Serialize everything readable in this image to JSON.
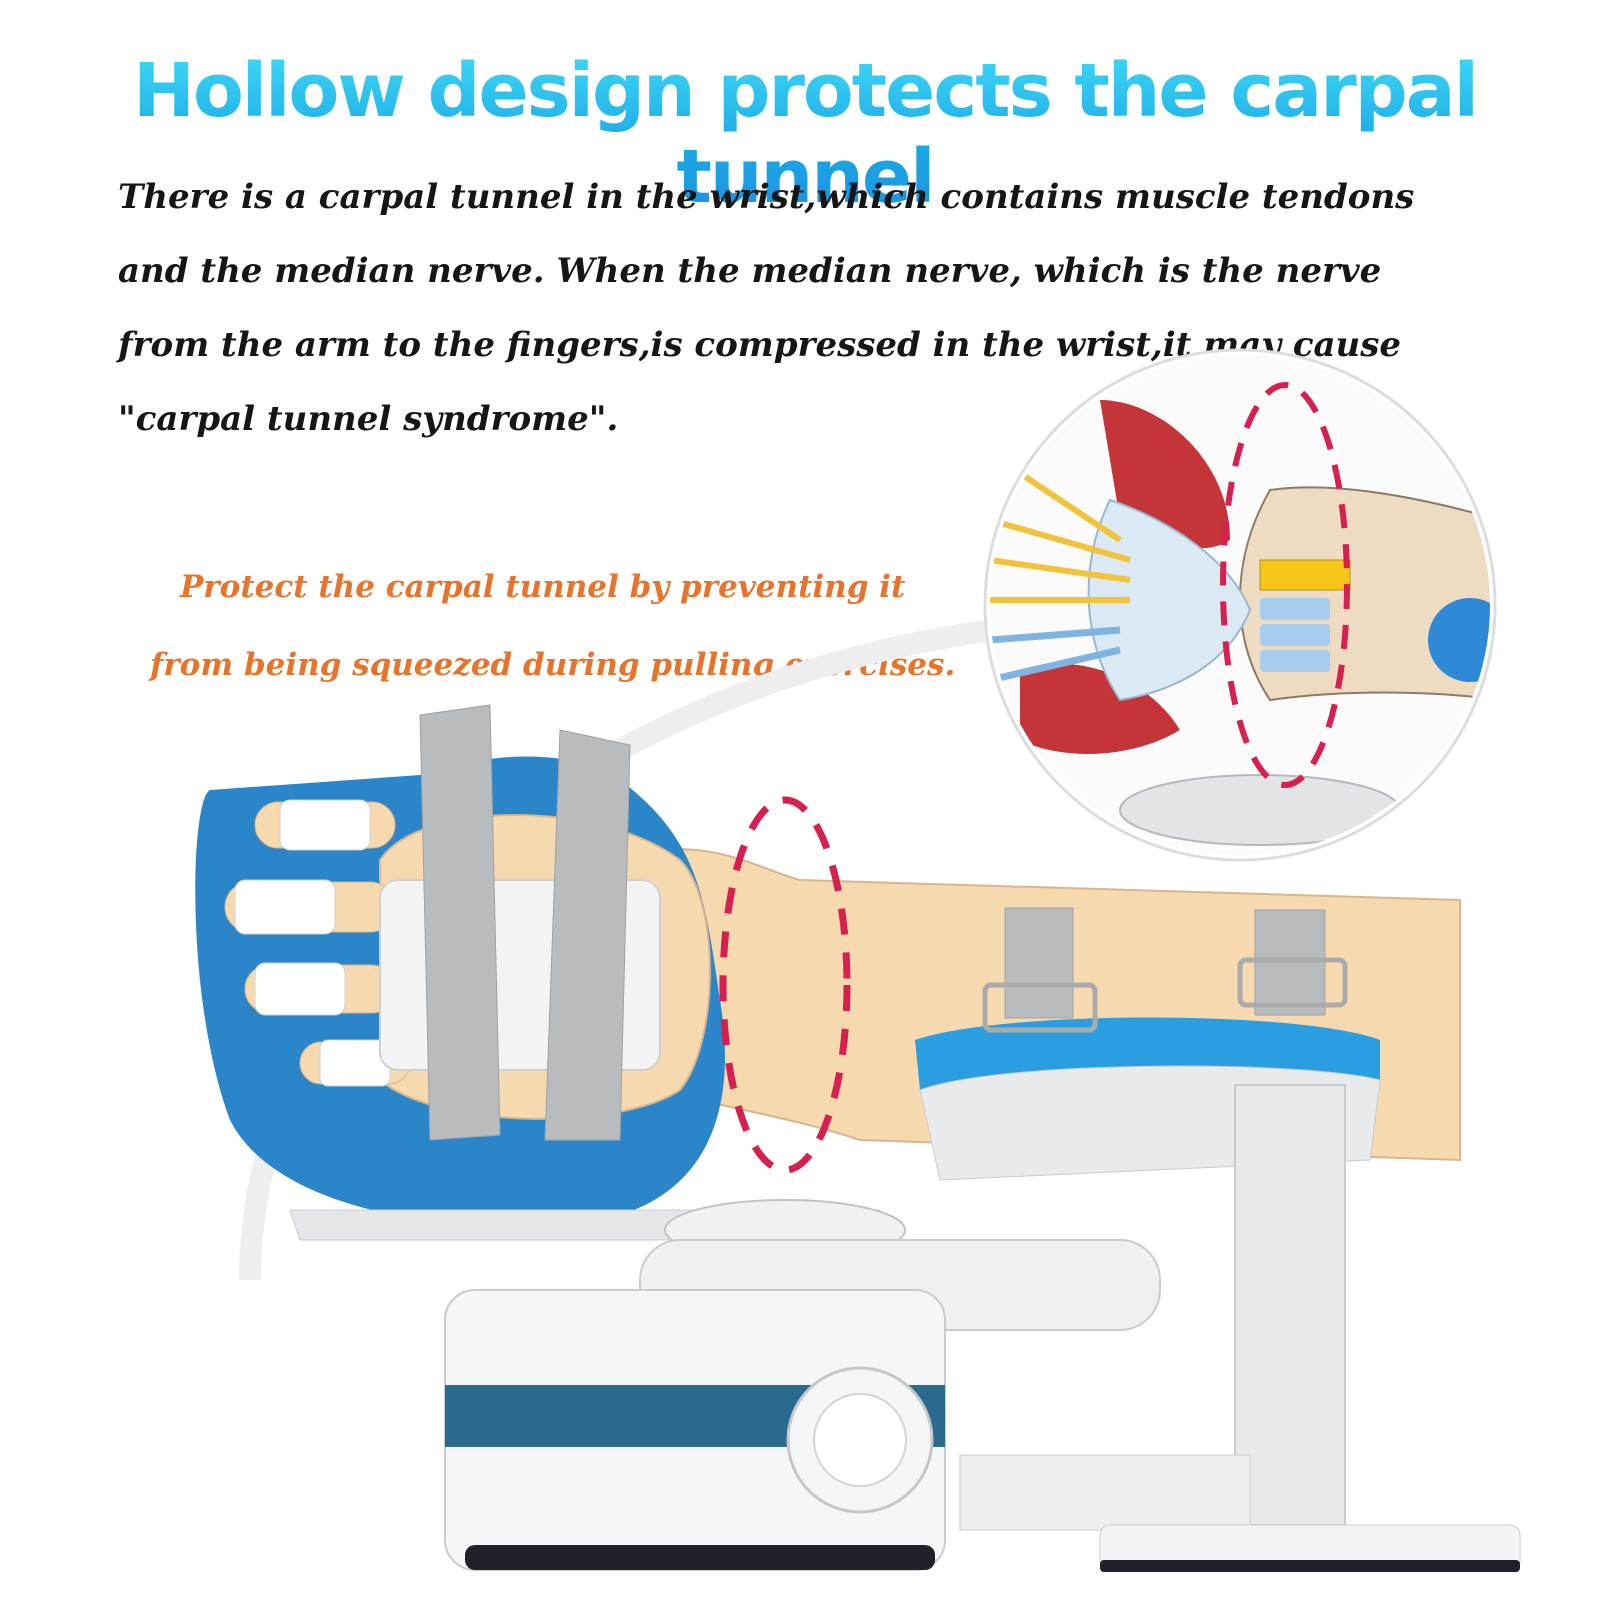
{
  "headline": "Hollow design protects the carpal tunnel",
  "description_lines": [
    "There is a carpal tunnel in the wrist,which contains muscle tendons",
    "and the median nerve. When the median nerve, which is the nerve",
    "from the arm to the fingers,is compressed in the wrist,it may cause",
    "\"carpal tunnel syndrome\"."
  ],
  "highlight_lines": [
    "Protect the carpal tunnel by preventing it",
    "from being squeezed during pulling exercises."
  ],
  "colors": {
    "headline": "#1fb6e8",
    "highlight": "#e8732a",
    "body_text": "#161616",
    "device_blue": "#2a86c8",
    "strap_gray": "#b9bcbf",
    "skin": "#f7d9b0",
    "dashed_circle": "#d6204f"
  },
  "icons": [
    "wrist-brace-illustration",
    "carpal-tunnel-anatomy-inset",
    "adjustment-knob-icon"
  ]
}
